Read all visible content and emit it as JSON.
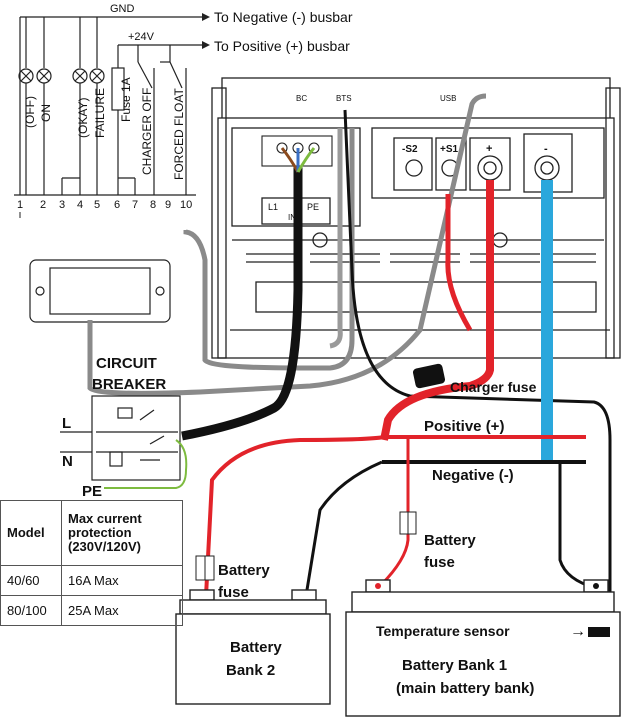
{
  "busbars": {
    "gnd": "GND",
    "plus24": "+24V",
    "to_negative": "To Negative (-) busbar",
    "to_positive": "To Positive (+) busbar"
  },
  "relay_labels": [
    "(OFF)",
    "ON",
    "(OKAY)",
    "FAILURE",
    "Fuse 1A",
    "CHARGER OFF",
    "FORCED FLOAT"
  ],
  "terminals": [
    "1",
    "2",
    "3",
    "4",
    "5",
    "6",
    "7",
    "8",
    "9",
    "10"
  ],
  "breaker": {
    "title1": "CIRCUIT",
    "title2": "BREAKER",
    "l": "L",
    "n": "N",
    "pe": "PE"
  },
  "fuses": {
    "charger": "Charger fuse",
    "battery1": "Battery",
    "battery2": "fuse",
    "battery3": "Battery",
    "battery4": "fuse"
  },
  "bus": {
    "positive": "Positive (+)",
    "negative": "Negative (-)"
  },
  "sensor": "Temperature sensor",
  "bank2": {
    "line1": "Battery",
    "line2": "Bank 2"
  },
  "bank1": {
    "line1": "Battery Bank 1",
    "line2": "(main battery bank)"
  },
  "charger_labels": {
    "l1": "L1",
    "pe": "PE",
    "in": "IN",
    "s2": "-S2",
    "s1": "+S1",
    "plus": "+",
    "minus": "-",
    "bc": "BC",
    "bts": "BTS",
    "usb": "USB"
  },
  "table": {
    "headers": [
      "Model",
      "Max current protection (230V/120V)"
    ],
    "rows": [
      [
        "40/60",
        "16A Max"
      ],
      [
        "80/100",
        "25A Max"
      ]
    ]
  },
  "colors": {
    "red": "#e2232a",
    "blue": "#2aa7dc",
    "black": "#111111",
    "grey": "#8a8a8a",
    "brown": "#8b4a1d",
    "green": "#7dbb3f",
    "wire_blue": "#3a6fc4"
  }
}
